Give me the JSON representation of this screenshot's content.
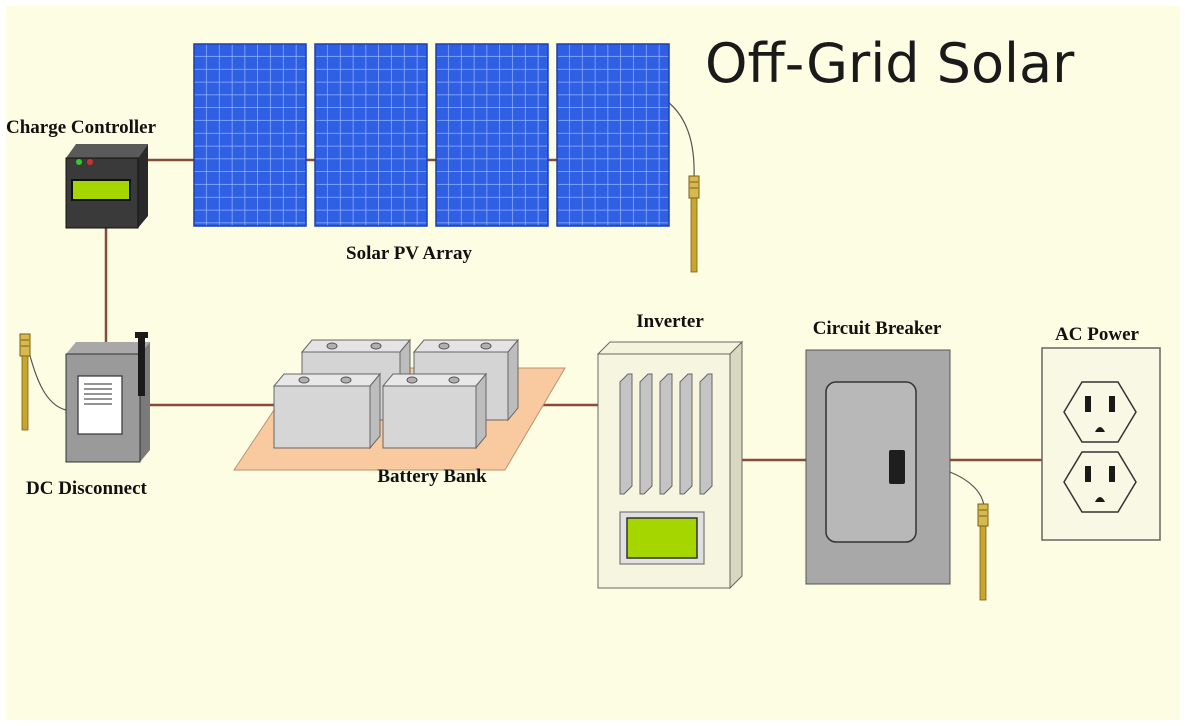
{
  "title": "Off-Grid Solar",
  "labels": {
    "charge_controller": "Charge Controller",
    "solar_pv_array": "Solar PV Array",
    "dc_disconnect": "DC Disconnect",
    "battery_bank": "Battery Bank",
    "inverter": "Inverter",
    "circuit_breaker": "Circuit Breaker",
    "ac_power": "AC Power"
  },
  "colors": {
    "background": "#fdfde4",
    "panel_blue": "#2f60e4",
    "panel_grid": "#a9c2ff",
    "wire": "#8a4a3a",
    "lcd_green": "#a6d600",
    "ground_rod": "#c9a530",
    "battery_pad": "#f9c9a0"
  }
}
